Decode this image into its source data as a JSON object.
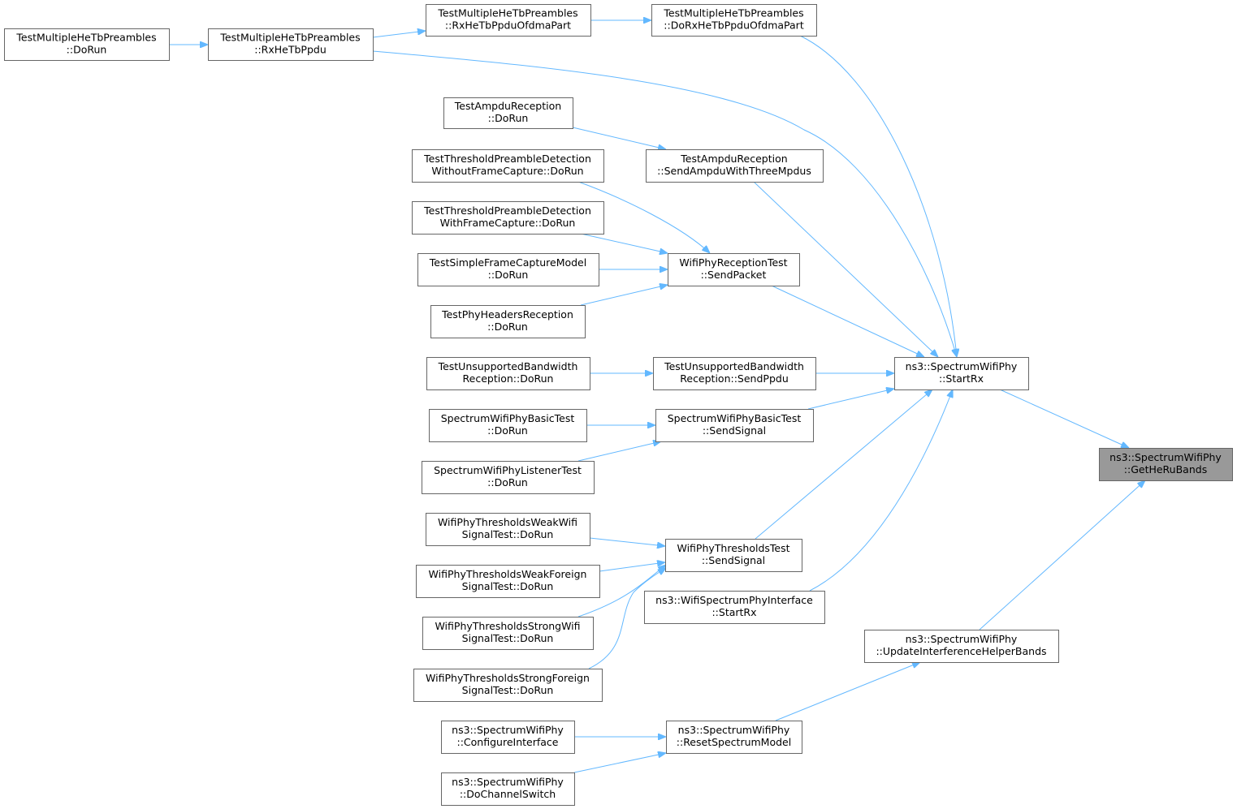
{
  "nodes": [
    {
      "id": "getherubands",
      "lines": [
        "ns3::SpectrumWifiPhy",
        "::GetHeRuBands"
      ],
      "focus": true
    },
    {
      "id": "startrx",
      "lines": [
        "ns3::SpectrumWifiPhy",
        "::StartRx"
      ]
    },
    {
      "id": "updateinterference",
      "lines": [
        "ns3::SpectrumWifiPhy",
        "::UpdateInterferenceHelperBands"
      ]
    },
    {
      "id": "resetspectrummodel",
      "lines": [
        "ns3::SpectrumWifiPhy",
        "::ResetSpectrumModel"
      ]
    },
    {
      "id": "configureinterface",
      "lines": [
        "ns3::SpectrumWifiPhy",
        "::ConfigureInterface"
      ]
    },
    {
      "id": "dochannelswitch",
      "lines": [
        "ns3::SpectrumWifiPhy",
        "::DoChannelSwitch"
      ]
    },
    {
      "id": "heptb-dorun",
      "lines": [
        "TestMultipleHeTbPreambles",
        "::DoRun"
      ]
    },
    {
      "id": "heptb-rxhetbppdu",
      "lines": [
        "TestMultipleHeTbPreambles",
        "::RxHeTbPpdu"
      ]
    },
    {
      "id": "heptb-rxofdma",
      "lines": [
        "TestMultipleHeTbPreambles",
        "::RxHeTbPpduOfdmaPart"
      ]
    },
    {
      "id": "heptb-dorxofdma",
      "lines": [
        "TestMultipleHeTbPreambles",
        "::DoRxHeTbPpduOfdmaPart"
      ]
    },
    {
      "id": "ampdu-dorun",
      "lines": [
        "TestAmpduReception",
        "::DoRun"
      ]
    },
    {
      "id": "ampdu-send",
      "lines": [
        "TestAmpduReception",
        "::SendAmpduWithThreeMpdus"
      ]
    },
    {
      "id": "tpd-wofc",
      "lines": [
        "TestThresholdPreambleDetection",
        "WithoutFrameCapture::DoRun"
      ]
    },
    {
      "id": "tpd-wfc",
      "lines": [
        "TestThresholdPreambleDetection",
        "WithFrameCapture::DoRun"
      ]
    },
    {
      "id": "simplefc",
      "lines": [
        "TestSimpleFrameCaptureModel",
        "::DoRun"
      ]
    },
    {
      "id": "phyheaders",
      "lines": [
        "TestPhyHeadersReception",
        "::DoRun"
      ]
    },
    {
      "id": "reception-sendpacket",
      "lines": [
        "WifiPhyReceptionTest",
        "::SendPacket"
      ]
    },
    {
      "id": "unsupbw-dorun",
      "lines": [
        "TestUnsupportedBandwidth",
        "Reception::DoRun"
      ]
    },
    {
      "id": "unsupbw-send",
      "lines": [
        "TestUnsupportedBandwidth",
        "Reception::SendPpdu"
      ]
    },
    {
      "id": "basic-dorun",
      "lines": [
        "SpectrumWifiPhyBasicTest",
        "::DoRun"
      ]
    },
    {
      "id": "basic-send",
      "lines": [
        "SpectrumWifiPhyBasicTest",
        "::SendSignal"
      ]
    },
    {
      "id": "listener-dorun",
      "lines": [
        "SpectrumWifiPhyListenerTest",
        "::DoRun"
      ]
    },
    {
      "id": "weakwifi",
      "lines": [
        "WifiPhyThresholdsWeakWifi",
        "SignalTest::DoRun"
      ]
    },
    {
      "id": "weakforeign",
      "lines": [
        "WifiPhyThresholdsWeakForeign",
        "SignalTest::DoRun"
      ]
    },
    {
      "id": "strongwifi",
      "lines": [
        "WifiPhyThresholdsStrongWifi",
        "SignalTest::DoRun"
      ]
    },
    {
      "id": "strongforeign",
      "lines": [
        "WifiPhyThresholdsStrongForeign",
        "SignalTest::DoRun"
      ]
    },
    {
      "id": "thresholds-send",
      "lines": [
        "WifiPhyThresholdsTest",
        "::SendSignal"
      ]
    },
    {
      "id": "iface-startrx",
      "lines": [
        "ns3::WifiSpectrumPhyInterface",
        "::StartRx"
      ]
    }
  ],
  "edges": [
    {
      "from": "heptb-dorun",
      "to": "heptb-rxhetbppdu"
    },
    {
      "from": "heptb-rxhetbppdu",
      "to": "heptb-rxofdma"
    },
    {
      "from": "heptb-rxofdma",
      "to": "heptb-dorxofdma"
    },
    {
      "from": "heptb-rxhetbppdu",
      "to": "startrx"
    },
    {
      "from": "heptb-dorxofdma",
      "to": "startrx"
    },
    {
      "from": "ampdu-dorun",
      "to": "ampdu-send"
    },
    {
      "from": "ampdu-send",
      "to": "startrx"
    },
    {
      "from": "tpd-wofc",
      "to": "reception-sendpacket"
    },
    {
      "from": "tpd-wfc",
      "to": "reception-sendpacket"
    },
    {
      "from": "simplefc",
      "to": "reception-sendpacket"
    },
    {
      "from": "phyheaders",
      "to": "reception-sendpacket"
    },
    {
      "from": "reception-sendpacket",
      "to": "startrx"
    },
    {
      "from": "unsupbw-dorun",
      "to": "unsupbw-send"
    },
    {
      "from": "unsupbw-send",
      "to": "startrx"
    },
    {
      "from": "basic-dorun",
      "to": "basic-send"
    },
    {
      "from": "listener-dorun",
      "to": "basic-send"
    },
    {
      "from": "basic-send",
      "to": "startrx"
    },
    {
      "from": "weakwifi",
      "to": "thresholds-send"
    },
    {
      "from": "weakforeign",
      "to": "thresholds-send"
    },
    {
      "from": "strongwifi",
      "to": "thresholds-send"
    },
    {
      "from": "strongforeign",
      "to": "thresholds-send"
    },
    {
      "from": "thresholds-send",
      "to": "startrx"
    },
    {
      "from": "iface-startrx",
      "to": "startrx"
    },
    {
      "from": "startrx",
      "to": "getherubands"
    },
    {
      "from": "updateinterference",
      "to": "getherubands"
    },
    {
      "from": "resetspectrummodel",
      "to": "updateinterference"
    },
    {
      "from": "configureinterface",
      "to": "resetspectrummodel"
    },
    {
      "from": "dochannelswitch",
      "to": "resetspectrummodel"
    }
  ],
  "colors": {
    "edge": "#63b8ff",
    "node_border": "#666666",
    "focus_fill": "#999999"
  }
}
